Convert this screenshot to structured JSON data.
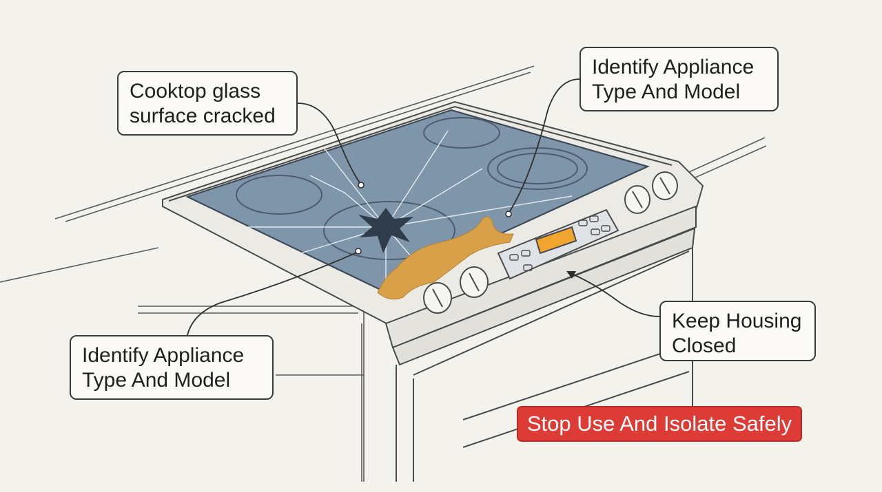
{
  "callouts": {
    "crack": {
      "line1": "Cooktop glass",
      "line2": "surface cracked"
    },
    "model_top": {
      "line1": "Identify Appliance",
      "line2": "Type And Model"
    },
    "model_bottom": {
      "line1": "Identify Appliance",
      "line2": "Type And Model"
    },
    "housing": {
      "line1": "Keep Housing",
      "line2": "Closed"
    }
  },
  "warning": {
    "label": "Stop Use And Isolate Safely"
  },
  "colors": {
    "background": "#f4f2ec",
    "glass": "#7f95aa",
    "spill": "#d9a04a",
    "display": "#f0a62e",
    "warning": "#dd3b35",
    "line": "#3a3a3a"
  }
}
